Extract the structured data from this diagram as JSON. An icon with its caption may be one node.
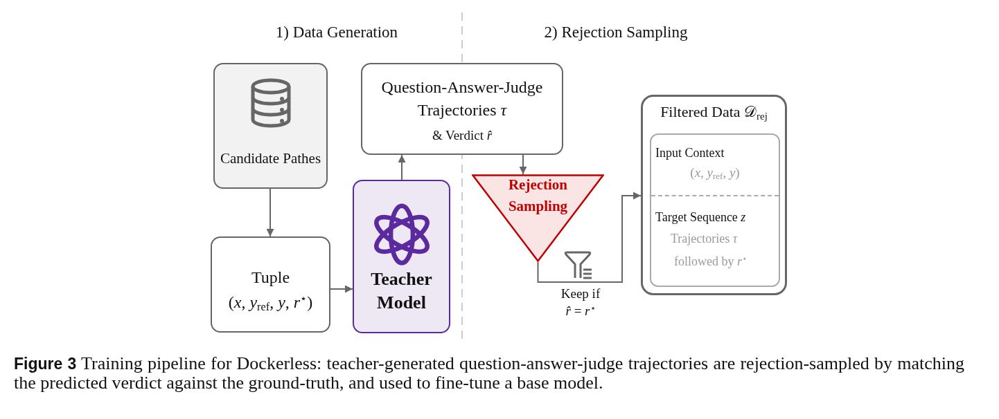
{
  "diagram": {
    "caption": "**Figure 3** Training pipeline for Dockerless: teacher-generated question-answer-judge trajectories are rejection-sampled by matching the predicted verdict against the ground-truth, and used to fine-tune a base model.",
    "nodes": [
      {
        "text": [
          "Candidate Pathes"
        ]
      },
      {
        "text": [
          "Question-Answer-Judge Trajectories *τ*",
          "& Verdict *r̂*"
        ]
      },
      {
        "text": [
          "Tuple",
          "(*x*, *y*$_{ref}$, *y*, *r*$^{⋆}$)"
        ]
      },
      {
        "text": [
          "Teacher Model"
        ]
      },
      {
        "text": [
          "Rejection Sampling"
        ]
      },
      {
        "text": [
          "Filtered Data 𝒟$_{rej}$"
        ]
      },
      {
        "text": [
          "Input Context",
          "(*x*, *y*$_{ref}$, *y*)",
          "Target Sequence *z*",
          "Trajectories *τ*",
          "followed by *r*$^{⋆}$"
        ],
        "in": 5
      }
    ],
    "edges": [
      {
        "from": 0,
        "to": 2,
        "arrow": "to"
      },
      {
        "from": 2,
        "to": 3,
        "arrow": "to"
      },
      {
        "from": 3,
        "to": 1,
        "arrow": "to"
      },
      {
        "from": 1,
        "to": 4,
        "arrow": "to"
      },
      {
        "from": 4,
        "to": 5,
        "arrow": "to",
        "label": "Keep if *r̂* = *r*$^{⋆}$"
      }
    ],
    "labels": [
      "1) Data Generation",
      "2) Rejection Sampling"
    ]
  }
}
